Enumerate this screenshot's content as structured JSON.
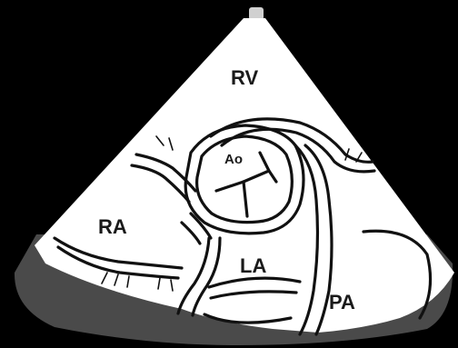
{
  "labels": {
    "rv": "RV",
    "ao": "Ao",
    "ra": "RA",
    "la": "LA",
    "pa": "PA"
  },
  "colors": {
    "background": "#000000",
    "sector": "#ffffff",
    "far_field": "#4a4a4a",
    "outline": "#111111"
  }
}
